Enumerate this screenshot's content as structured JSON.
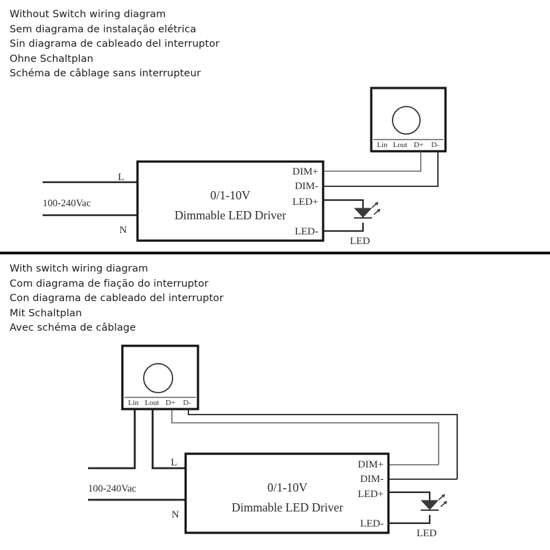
{
  "page": {
    "background": "#ffffff",
    "ink": "#1c1c1c",
    "divider_color": "#111111"
  },
  "sections": [
    {
      "id": "without-switch",
      "headings": [
        "Without Switch wiring diagram",
        "Sem diagrama de instalação elétrica",
        "Sin diagrama de cableado del interruptor",
        "Ohne Schaltplan",
        "Schéma de câblage sans interrupteur"
      ],
      "driver": {
        "title_line1": "0/1-10V",
        "title_line2": "Dimmable LED Driver",
        "input_terminals": [
          "L",
          "N"
        ],
        "output_terminals": [
          "DIM+",
          "DIM-",
          "LED+",
          "LED-"
        ]
      },
      "dimmer": {
        "terminals": [
          "Lin",
          "Lout",
          "D+",
          "D-"
        ],
        "knob": "rotary-knob"
      },
      "supply_label": "100-240Vac",
      "load_label": "LED"
    },
    {
      "id": "with-switch",
      "headings": [
        "With switch wiring diagram",
        "Com diagrama de fiação do interruptor",
        "Con diagrama de cableado del interruptor",
        "Mit Schaltplan",
        "Avec schéma de câblage"
      ],
      "driver": {
        "title_line1": "0/1-10V",
        "title_line2": "Dimmable LED Driver",
        "input_terminals": [
          "L",
          "N"
        ],
        "output_terminals": [
          "DIM+",
          "DIM-",
          "LED+",
          "LED-"
        ]
      },
      "dimmer": {
        "terminals": [
          "Lin",
          "Lout",
          "D+",
          "D-"
        ],
        "knob": "rotary-knob"
      },
      "supply_label": "100-240Vac",
      "load_label": "LED"
    }
  ]
}
